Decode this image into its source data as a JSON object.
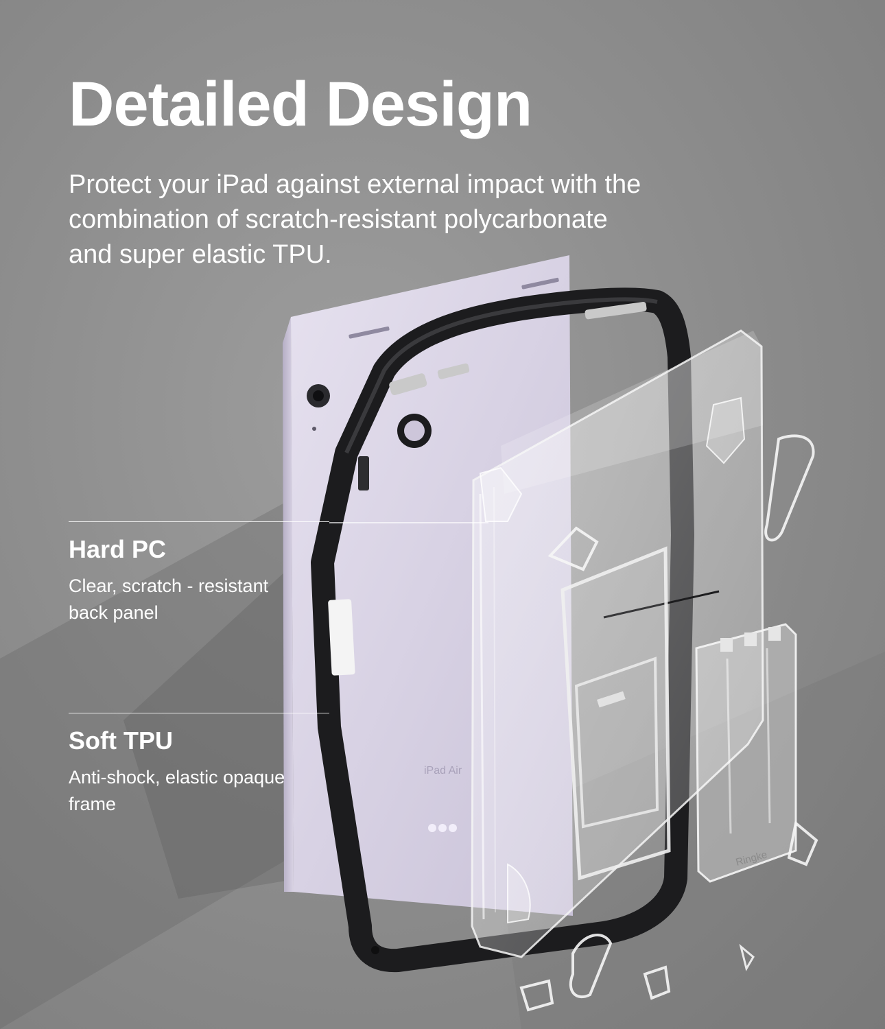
{
  "headline": "Detailed Design",
  "intro": "Protect your iPad against external impact with the combination of scratch-resistant polycarbonate and super elastic TPU.",
  "callouts": [
    {
      "title": "Hard PC",
      "description": "Clear, scratch - resistant back panel"
    },
    {
      "title": "Soft TPU",
      "description": "Anti-shock, elastic opaque frame"
    }
  ],
  "device": {
    "label": "iPad Air"
  },
  "brand": {
    "label": "Ringke"
  },
  "colors": {
    "background": "#8e8e8e",
    "ipad_back": "#d3cde0",
    "tpu_frame": "#1c1c1e",
    "text": "#ffffff"
  }
}
